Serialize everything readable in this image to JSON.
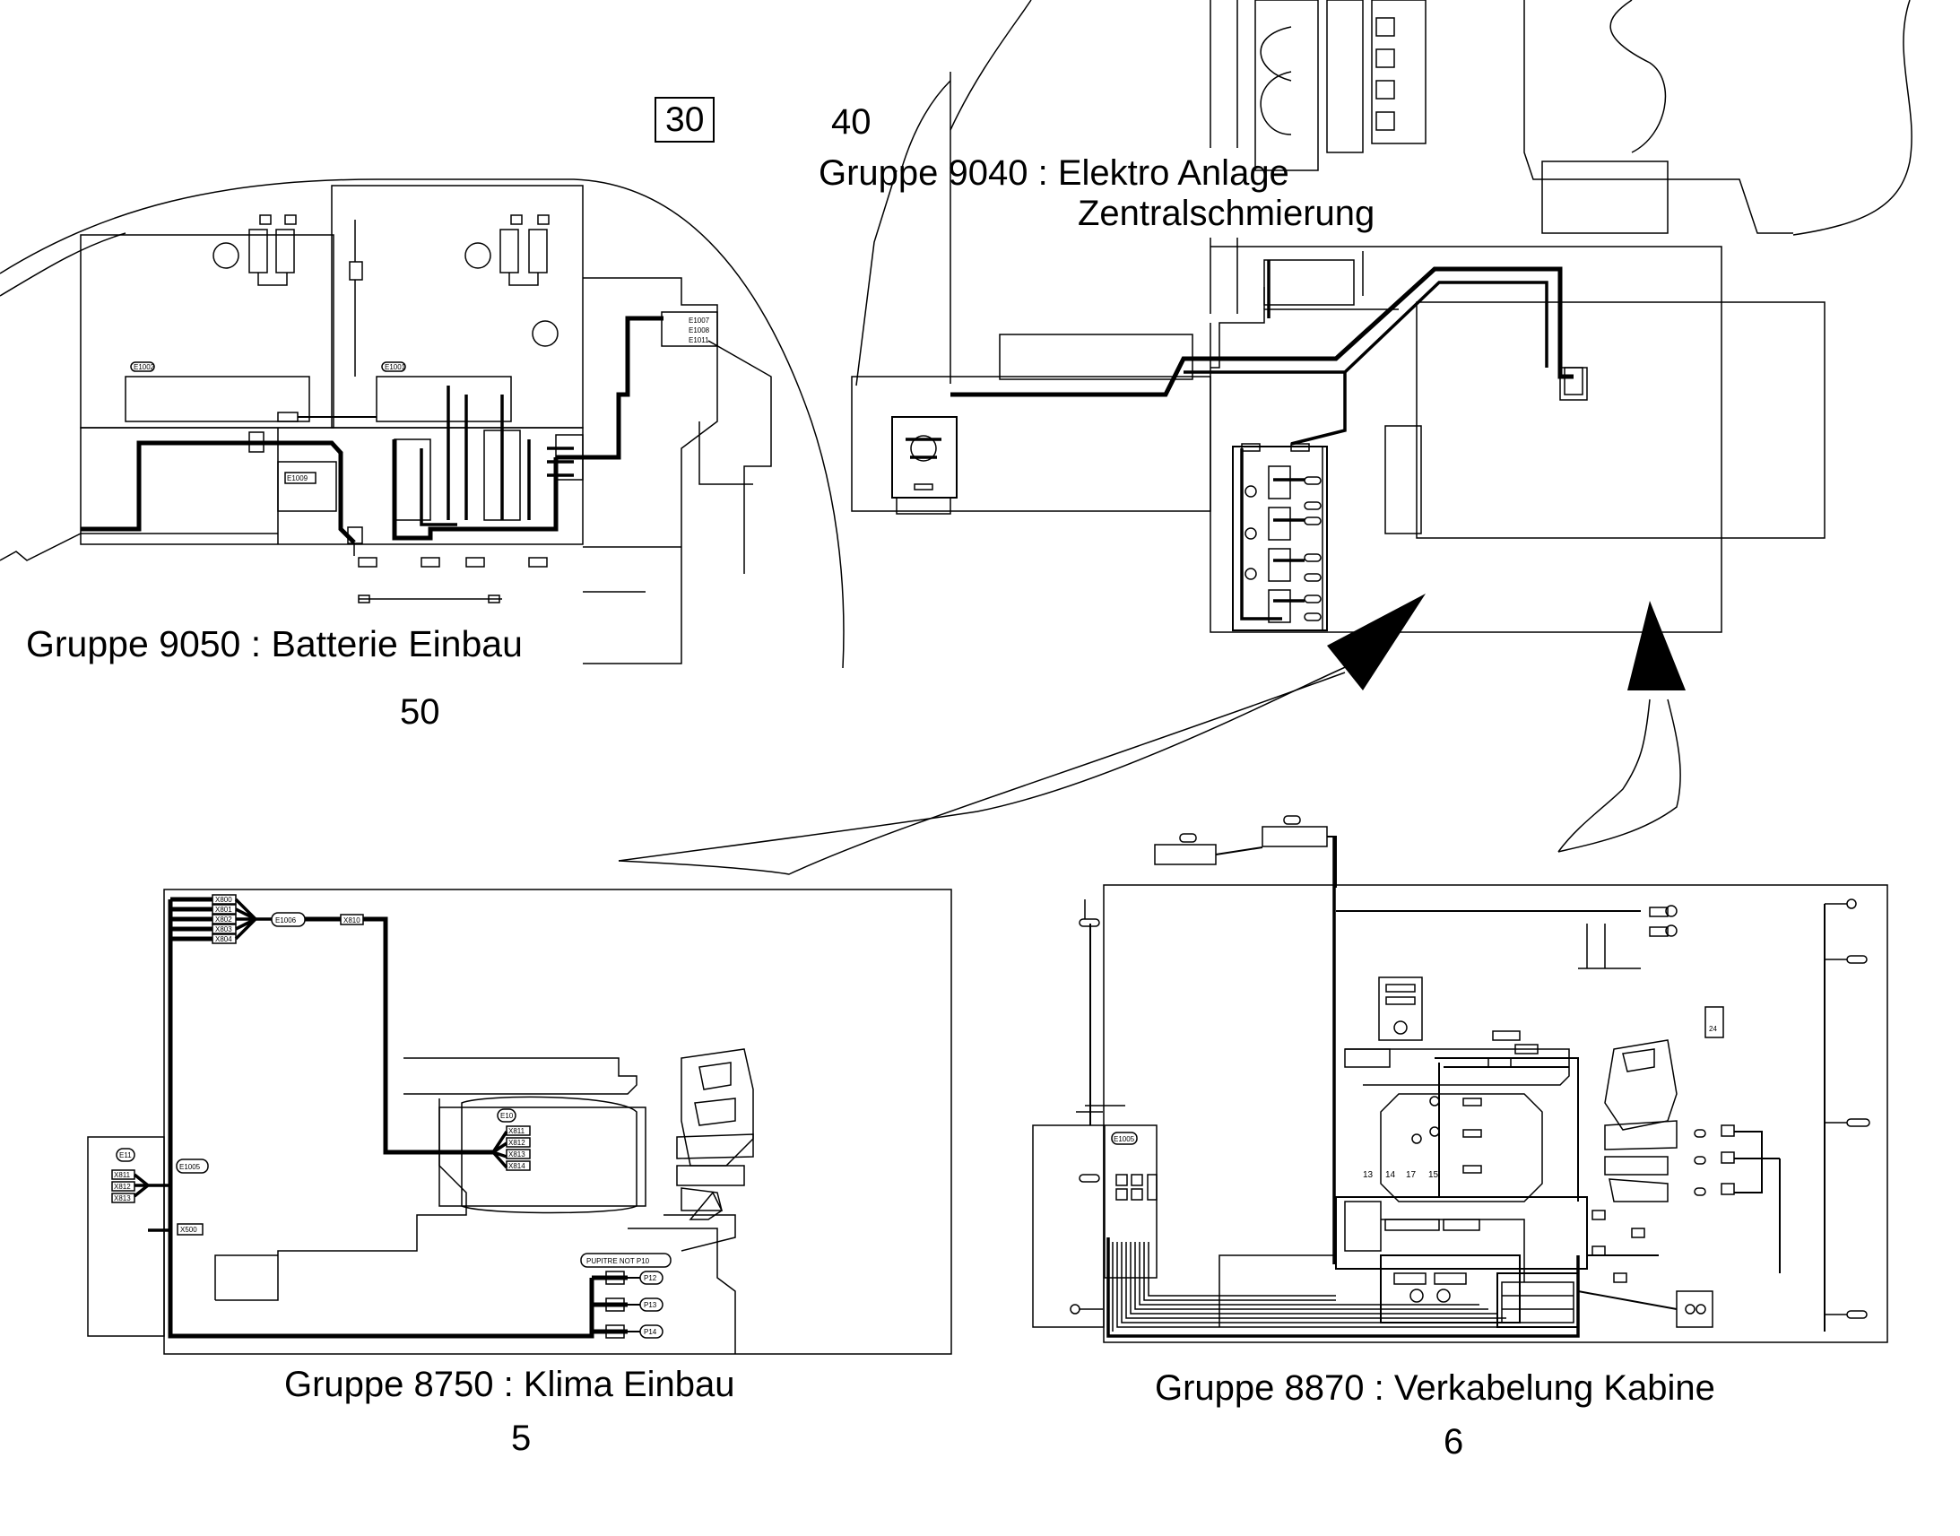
{
  "header": {
    "boxed_ref": "30",
    "ref_40": "40"
  },
  "group_9040": {
    "line1": "Gruppe 9040 : Elektro Anlage",
    "line2": "Zentralschmierung"
  },
  "group_9050": {
    "title": "Gruppe 9050 : Batterie Einbau",
    "ref": "50",
    "labels": {
      "e1002": "E1002",
      "e1001": "E1001",
      "e1009": "E1009",
      "e1007": "E1007",
      "e1008": "E1008",
      "e1011": "E1011"
    }
  },
  "group_8750": {
    "title": "Gruppe 8750 : Klima Einbau",
    "ref": "5",
    "labels": {
      "x800": "X800",
      "x801": "X801",
      "x802": "X802",
      "x803": "X803",
      "x804": "X804",
      "e1006": "E1006",
      "x810": "X810",
      "e10": "E10",
      "x811": "X811",
      "x812": "X812",
      "x813": "X813",
      "x814": "X814",
      "e11": "E11",
      "e1005": "E1005",
      "x500": "X500",
      "pupitre": "PUPITRE NOT P10",
      "p12": "P12",
      "p13": "P13",
      "p14": "P14"
    }
  },
  "group_8870": {
    "title": "Gruppe 8870 : Verkabelung Kabine",
    "ref": "6",
    "labels": {
      "e1005": "E1005",
      "n13": "13",
      "n14": "14",
      "n17": "17",
      "n15": "15",
      "n24": "24"
    }
  }
}
